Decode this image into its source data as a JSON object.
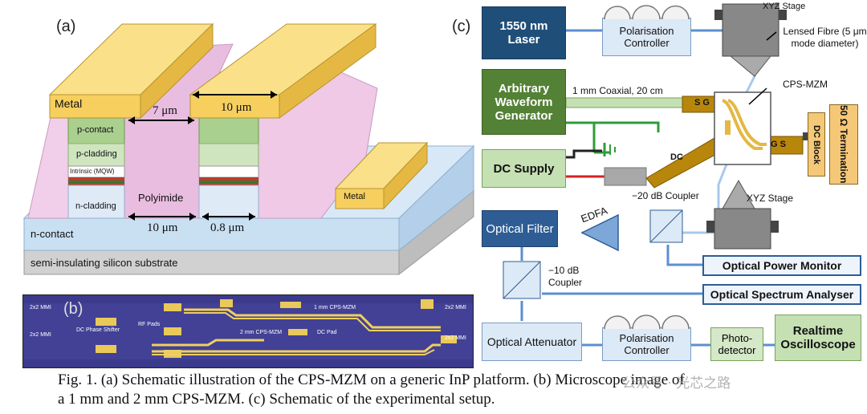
{
  "panel_a": {
    "label": "(a)",
    "metal_left": "Metal",
    "metal_right": "Metal",
    "width_top_gap": "7 μm",
    "width_top_metal": "10 μm",
    "layers": [
      "p-contact",
      "p-cladding",
      "Intrinsic (MQW)",
      "n-cladding"
    ],
    "polyimide": "Polyimide",
    "width_bottom_ridge": "10 μm",
    "width_bottom_gap": "0.8 μm",
    "n_contact": "n-contact",
    "substrate": "semi-insulating silicon substrate"
  },
  "panel_b": {
    "label": "(b)",
    "texts": {
      "mmi_tl": "2x2 MMI",
      "mmi_ml": "2x2 MMI",
      "mmi_tr": "2x2 MMI",
      "mmi_mr": "2x2 MMI",
      "dc_phase": "DC Phase Shifter",
      "rf_pads": "RF Pads",
      "cps_1mm": "1 mm CPS-MZM",
      "cps_2mm": "2 mm CPS-MZM",
      "dc_pad": "DC Pad"
    }
  },
  "panel_c": {
    "label": "(c)",
    "laser": "1550 nm Laser",
    "pol_ctrl_top": "Polarisation Controller",
    "xyz_top": "XYZ Stage",
    "lensed_fibre": "Lensed Fibre (5 μm mode diameter)",
    "awg": "Arbitrary Waveform Generator",
    "coax": "1 mm Coaxial, 20 cm",
    "cps_mzm": "CPS-MZM",
    "sg": "S G",
    "gs": "G S",
    "dc_probe": "DC",
    "dc_block": "DC Block",
    "termination": "50 Ω Termination",
    "dc_supply": "DC Supply",
    "xyz_bottom": "XYZ Stage",
    "optical_filter": "Optical Filter",
    "edfa": "EDFA",
    "coupler_20": "−20 dB Coupler",
    "power_monitor": "Optical Power Monitor",
    "coupler_10": "−10 dB Coupler",
    "spectrum_analyser": "Optical Spectrum Analyser",
    "attenuator": "Optical Attenuator",
    "pol_ctrl_bottom": "Polarisation Controller",
    "photodetector": "Photo-detector",
    "oscilloscope": "Realtime Oscilloscope"
  },
  "caption": {
    "line1": "Fig. 1. (a) Schematic illustration of the CPS-MZM on a generic InP platform. (b) Microscope image of",
    "line2": "a 1 mm and 2 mm CPS-MZM. (c) Schematic of the experimental setup.",
    "watermark": "公众号 · 光芯之路"
  },
  "colors": {
    "metal": "#f6cf5e",
    "polyimide": "#e8bde0",
    "n_contact": "#c9dff2",
    "substrate": "#d1d1d1",
    "navy": "#1f4e79",
    "green": "#538135",
    "light_green": "#c5e0b3",
    "light_blue": "#dce9f6",
    "probe": "#b8860b",
    "microscope_bg": "#3b3a8c"
  }
}
